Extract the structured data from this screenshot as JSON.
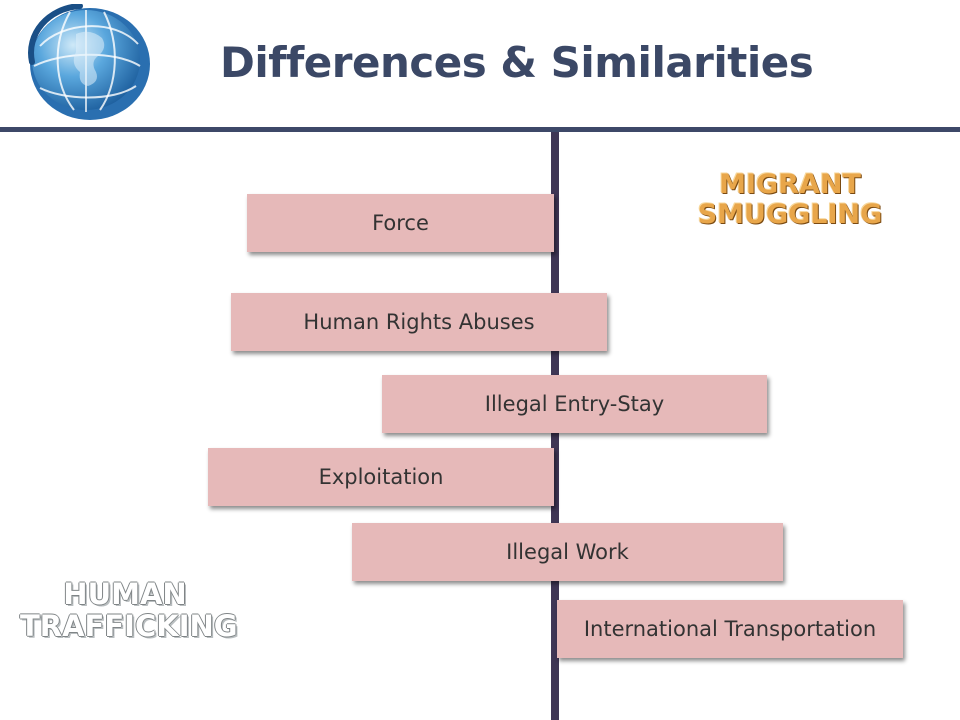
{
  "title": "Differences & Similarities",
  "labels": {
    "migrant_line1": "MIGRANT",
    "migrant_line2": "SMUGGLING",
    "human_line1": "HUMAN",
    "human_line2": "TRAFFICKING"
  },
  "items": [
    "Force",
    "Human Rights Abuses",
    "Illegal Entry-Stay",
    "Exploitation",
    "Illegal Work",
    "International Transportation"
  ],
  "colors": {
    "title": "#3b4866",
    "rule": "#3d4868",
    "divider": "#3f3655",
    "tag_fill": "#e6b9b9",
    "migrant_label": "#e8a64a",
    "human_label_outline": "#7f8486",
    "globe": "#2d7fc1"
  },
  "icons": [
    "globe-logo-icon"
  ]
}
